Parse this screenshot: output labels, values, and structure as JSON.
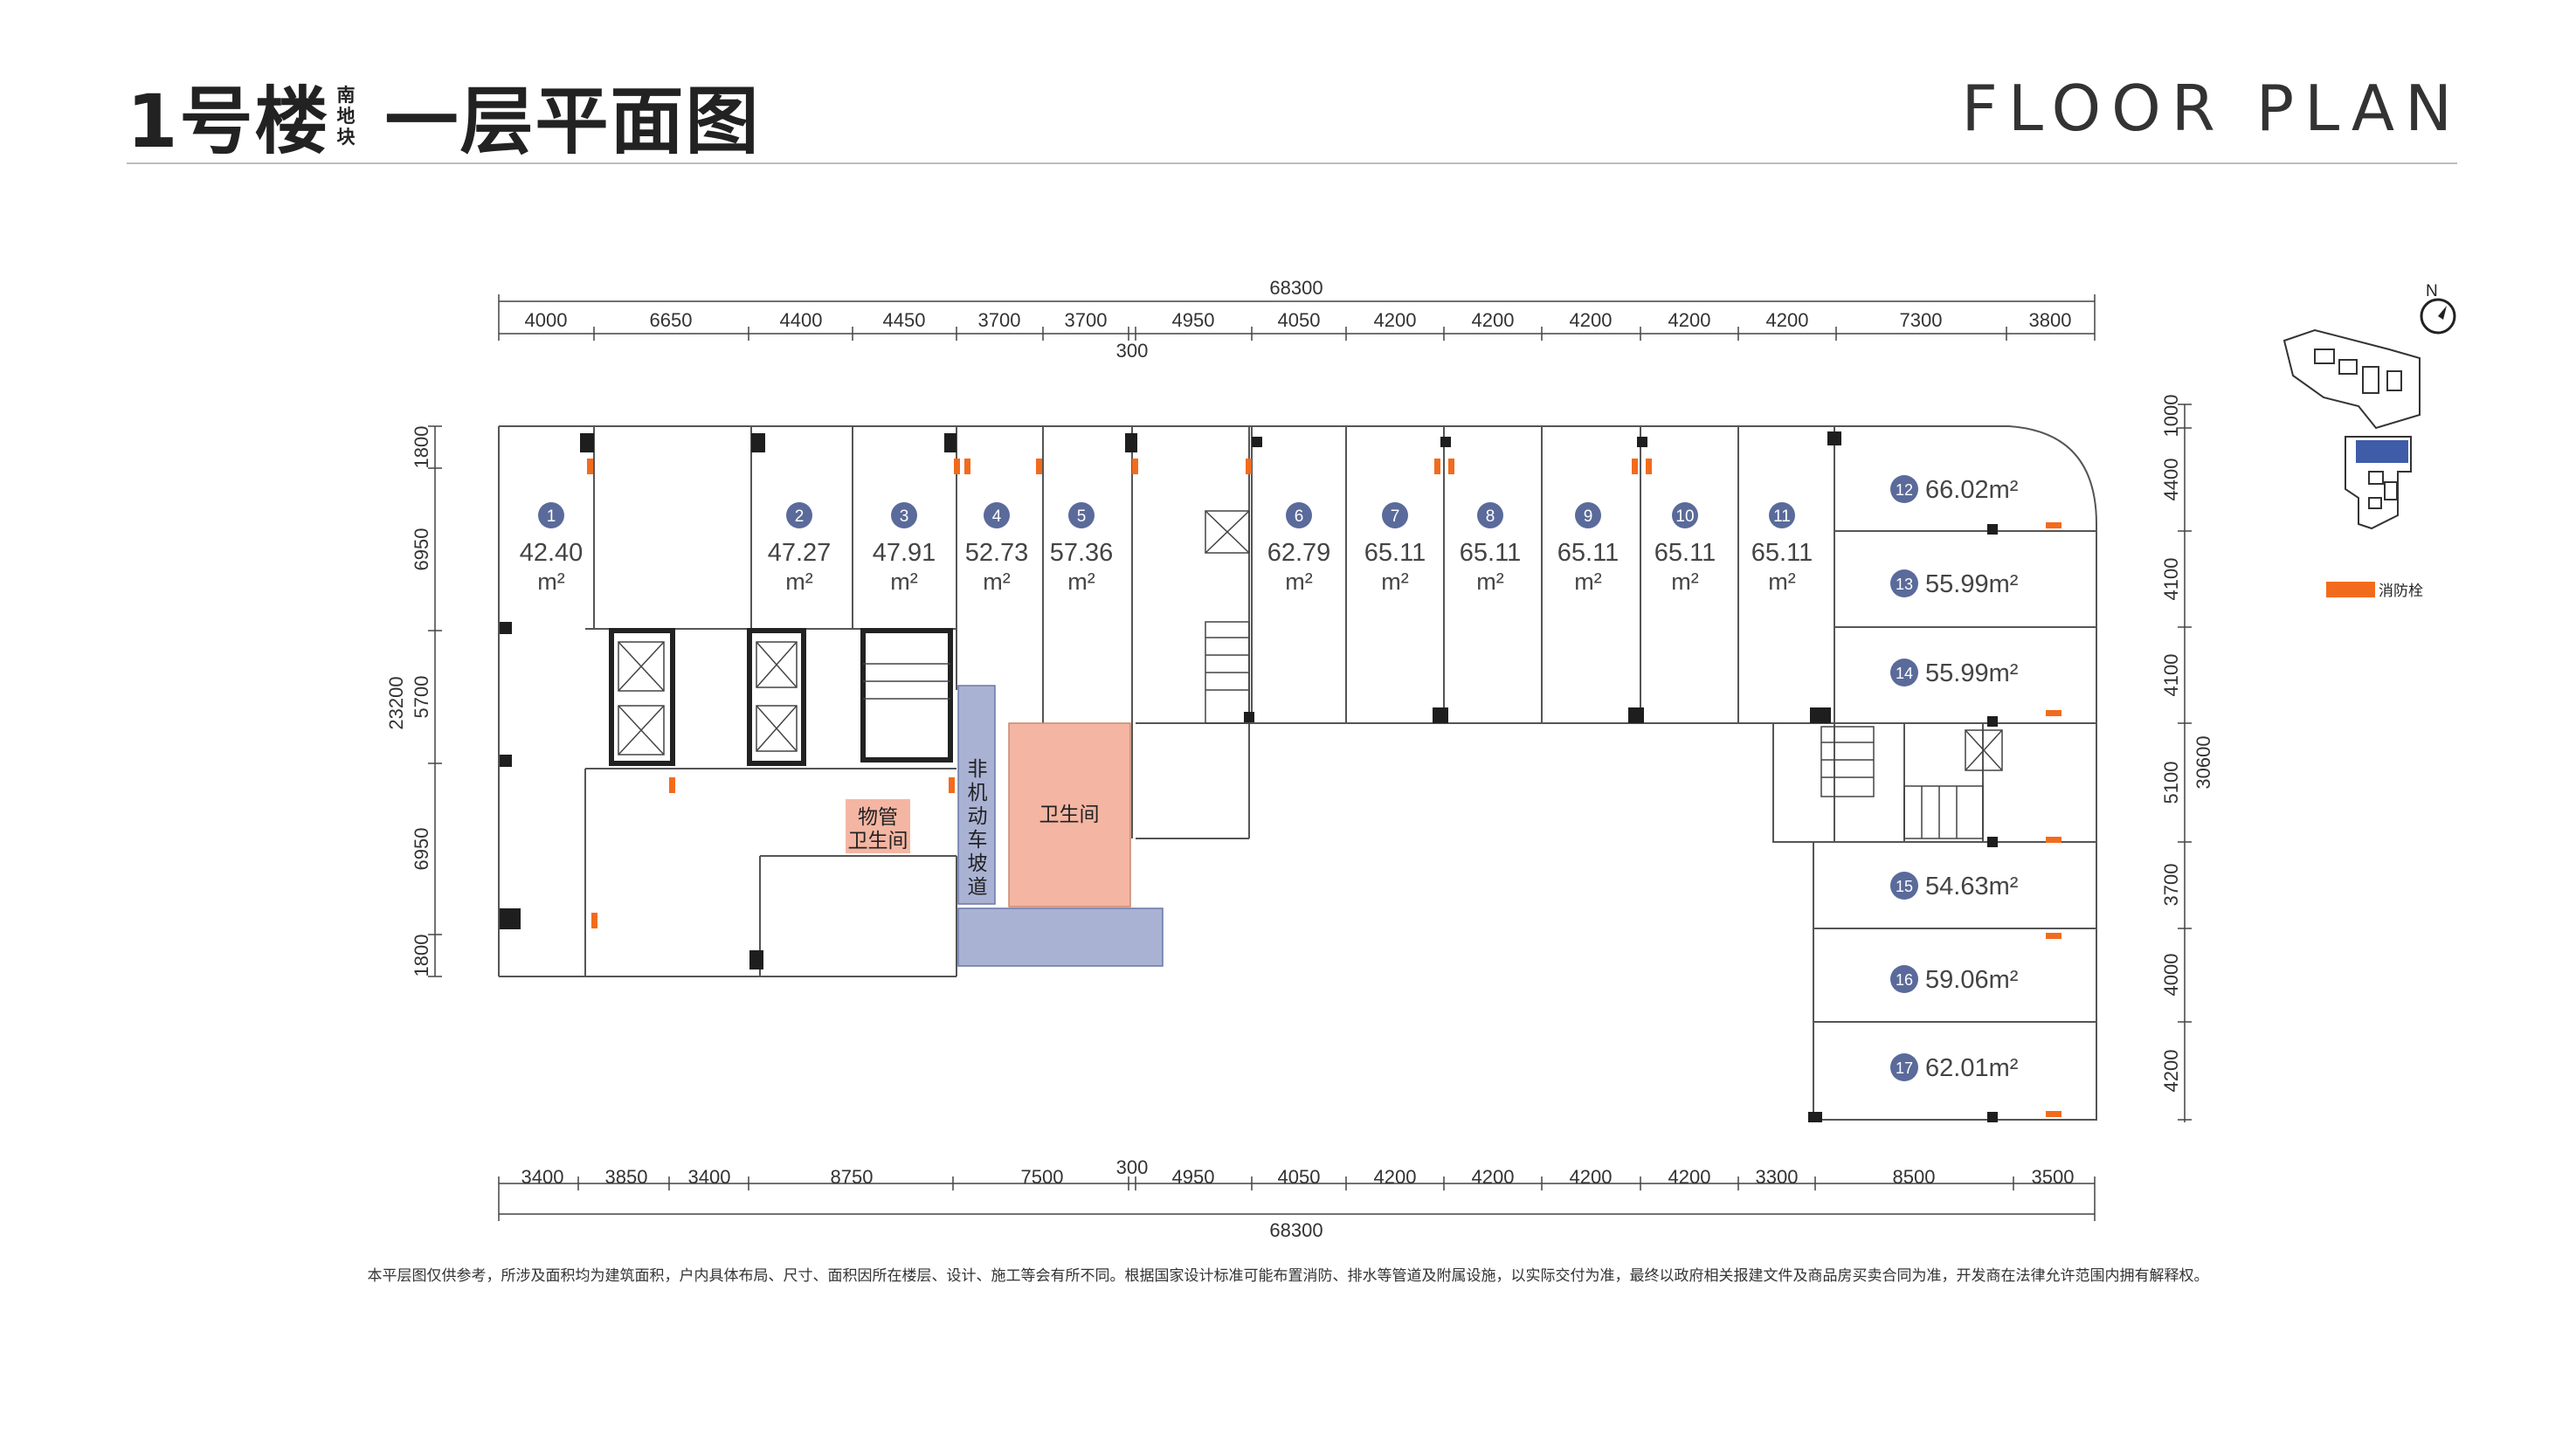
{
  "header": {
    "building": "1号楼",
    "block_lines": [
      "南",
      "地",
      "块"
    ],
    "floor_title": "一层平面图",
    "english_title": "FLOOR PLAN"
  },
  "dimensions": {
    "overall_width": "68300",
    "overall_depth": "23200",
    "right_total": "30600",
    "top_mid_offset": "300",
    "bottom_mid_offset": "300",
    "top_segments": [
      "4000",
      "6650",
      "4400",
      "4450",
      "3700",
      "3700",
      "4950",
      "4050",
      "4200",
      "4200",
      "4200",
      "4200",
      "4200",
      "7300",
      "3800"
    ],
    "bottom_segments": [
      "3400",
      "3850",
      "3400",
      "8750",
      "7500",
      "4950",
      "4050",
      "4200",
      "4200",
      "4200",
      "4200",
      "3300",
      "8500",
      "3500"
    ],
    "left_segments": [
      "1800",
      "6950",
      "5700",
      "6950",
      "1800"
    ],
    "right_segments": [
      "1000",
      "4400",
      "4100",
      "4100",
      "5100",
      "3700",
      "4000",
      "4200"
    ]
  },
  "units": [
    {
      "no": "1",
      "area": "42.40",
      "unit": "m²"
    },
    {
      "no": "2",
      "area": "47.27",
      "unit": "m²"
    },
    {
      "no": "3",
      "area": "47.91",
      "unit": "m²"
    },
    {
      "no": "4",
      "area": "52.73",
      "unit": "m²"
    },
    {
      "no": "5",
      "area": "57.36",
      "unit": "m²"
    },
    {
      "no": "6",
      "area": "62.79",
      "unit": "m²"
    },
    {
      "no": "7",
      "area": "65.11",
      "unit": "m²"
    },
    {
      "no": "8",
      "area": "65.11",
      "unit": "m²"
    },
    {
      "no": "9",
      "area": "65.11",
      "unit": "m²"
    },
    {
      "no": "10",
      "area": "65.11",
      "unit": "m²"
    },
    {
      "no": "11",
      "area": "65.11",
      "unit": "m²"
    },
    {
      "no": "12",
      "area": "66.02m²"
    },
    {
      "no": "13",
      "area": "55.99m²"
    },
    {
      "no": "14",
      "area": "55.99m²"
    },
    {
      "no": "15",
      "area": "54.63m²"
    },
    {
      "no": "16",
      "area": "59.06m²"
    },
    {
      "no": "17",
      "area": "62.01m²"
    }
  ],
  "rooms": {
    "ramp_lines": [
      "非",
      "机",
      "动",
      "车",
      "坡",
      "道"
    ],
    "restroom": "卫生间",
    "mgmt_line1": "物管",
    "mgmt_line2": "卫生间"
  },
  "legend": {
    "compass": "N",
    "hydrant_label": "消防栓",
    "hydrant_color": "#f26b1d"
  },
  "colors": {
    "unit_badge": "#5a6a9a",
    "ramp_fill": "#aab2d4",
    "restroom_fill": "#f4b6a3",
    "wall": "#222222",
    "line": "#555555",
    "site_highlight": "#3f5ca8"
  },
  "footer": {
    "disclaimer": "本平层图仅供参考，所涉及面积均为建筑面积，户内具体布局、尺寸、面积因所在楼层、设计、施工等会有所不同。根据国家设计标准可能布置消防、排水等管道及附属设施，以实际交付为准，最终以政府相关报建文件及商品房买卖合同为准，开发商在法律允许范围内拥有解释权。"
  }
}
